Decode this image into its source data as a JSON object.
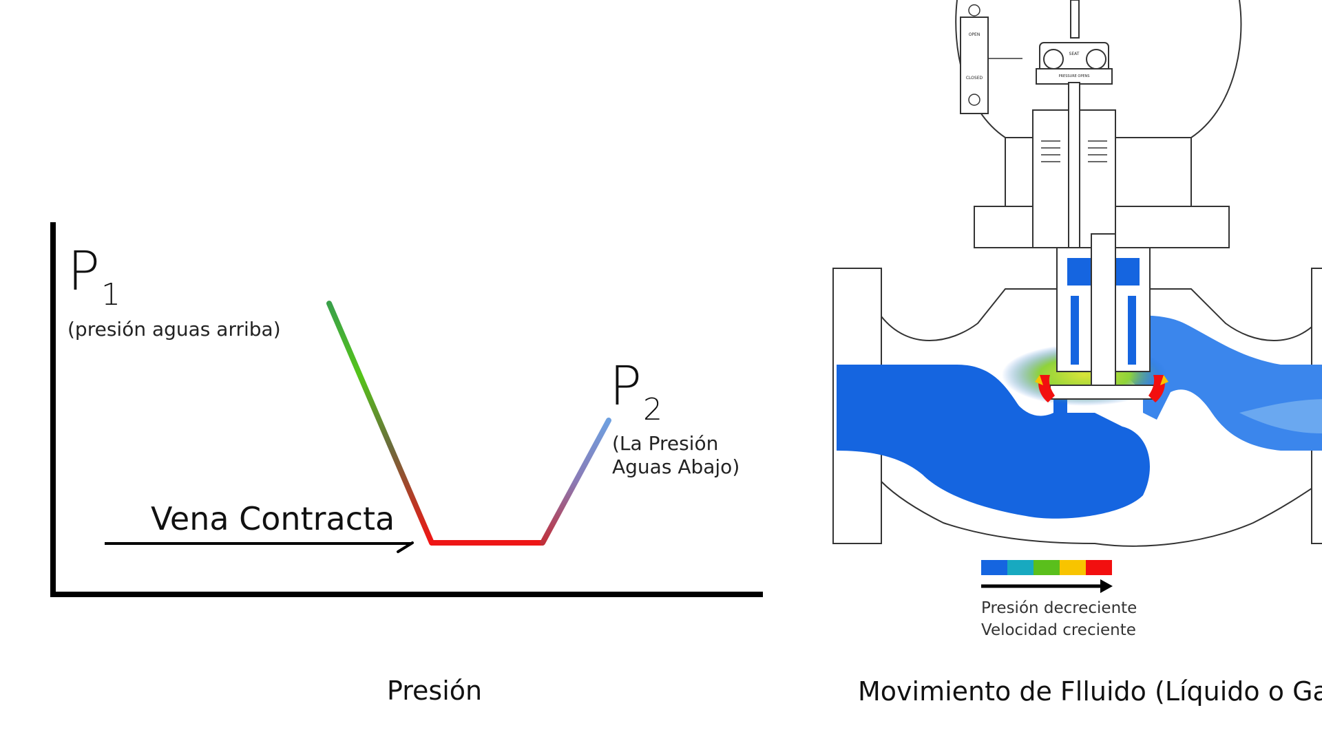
{
  "pressure_diagram": {
    "p1": {
      "symbol": "P",
      "subscript": "1",
      "note": "(presión aguas arriba)"
    },
    "p2": {
      "symbol": "P",
      "subscript": "2",
      "note_line1": "(La Presión",
      "note_line2": "Aguas Abajo)"
    },
    "vena_contracta_label": "Vena Contracta",
    "caption": "Presión"
  },
  "valve_diagram": {
    "caption": "Movimiento de Flluido (Líquido o Gas)",
    "legend": {
      "colors": [
        "#1565e0",
        "#18a9c0",
        "#5abf1c",
        "#f8c400",
        "#f20f0f"
      ],
      "line1": "Presión decreciente",
      "line2": "Velocidad creciente"
    },
    "gauge": {
      "open_label": "OPEN",
      "closed_label": "CLOSED",
      "seat_label": "SEAT",
      "pressure_opens_label": "PRESSURE OPENS"
    }
  },
  "colors": {
    "blue": "#1565e0",
    "light_blue": "#5a9be8",
    "green": "#58c21a",
    "red": "#f20f0f",
    "axis": "#000000"
  }
}
